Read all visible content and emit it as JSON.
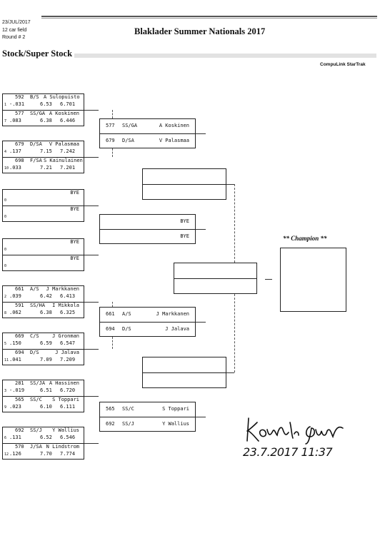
{
  "header": {
    "date": "23/JUL/2017",
    "field": "12 car field",
    "round": "Round # 2",
    "event_title": "Blaklader Summer Nationals 2017",
    "class_name": "Stock/Super Stock",
    "software": "CompuLink StarTrak"
  },
  "round1": [
    {
      "top": {
        "car": "592",
        "cls": "B/S",
        "driver": "A Sulopuisto",
        "seed": "1",
        "rt": "-.031",
        "et": "6.53",
        "mph": "6.701"
      },
      "bottom": {
        "car": "577",
        "cls": "SS/GA",
        "driver": "A Koskinen",
        "seed": "7",
        "rt": ".083",
        "et": "6.38",
        "mph": "6.446"
      }
    },
    {
      "top": {
        "car": "679",
        "cls": "D/SA",
        "driver": "V Palasmaa",
        "seed": "4",
        "rt": ".137",
        "et": "7.15",
        "mph": "7.242"
      },
      "bottom": {
        "car": "698",
        "cls": "F/SA",
        "driver": "S Kainulainen",
        "seed": "10",
        "rt": ".033",
        "et": "7.21",
        "mph": "7.201"
      }
    },
    {
      "top": {
        "car": "",
        "cls": "",
        "driver": "BYE",
        "seed": "0",
        "rt": "",
        "et": "",
        "mph": ""
      },
      "bottom": {
        "car": "",
        "cls": "",
        "driver": "BYE",
        "seed": "0",
        "rt": "",
        "et": "",
        "mph": ""
      }
    },
    {
      "top": {
        "car": "",
        "cls": "",
        "driver": "BYE",
        "seed": "0",
        "rt": "",
        "et": "",
        "mph": ""
      },
      "bottom": {
        "car": "",
        "cls": "",
        "driver": "BYE",
        "seed": "0",
        "rt": "",
        "et": "",
        "mph": ""
      }
    },
    {
      "top": {
        "car": "661",
        "cls": "A/S",
        "driver": "J Markkanen",
        "seed": "2",
        "rt": ".039",
        "et": "6.42",
        "mph": "6.413"
      },
      "bottom": {
        "car": "591",
        "cls": "SS/HA",
        "driver": "I Mikkola",
        "seed": "8",
        "rt": ".062",
        "et": "6.38",
        "mph": "6.325"
      }
    },
    {
      "top": {
        "car": "669",
        "cls": "C/S",
        "driver": "J Gronman",
        "seed": "5",
        "rt": ".150",
        "et": "6.59",
        "mph": "6.547"
      },
      "bottom": {
        "car": "694",
        "cls": "D/S",
        "driver": "J Jalava",
        "seed": "11",
        "rt": ".041",
        "et": "7.09",
        "mph": "7.209"
      }
    },
    {
      "top": {
        "car": "281",
        "cls": "SS/JA",
        "driver": "A Hassinen",
        "seed": "3",
        "rt": "-.019",
        "et": "6.51",
        "mph": "6.720"
      },
      "bottom": {
        "car": "565",
        "cls": "SS/C",
        "driver": "S Toppari",
        "seed": "9",
        "rt": ".023",
        "et": "6.10",
        "mph": "6.111"
      }
    },
    {
      "top": {
        "car": "692",
        "cls": "SS/J",
        "driver": "Y Wallius",
        "seed": "6",
        "rt": ".131",
        "et": "6.52",
        "mph": "6.546"
      },
      "bottom": {
        "car": "570",
        "cls": "J/SA",
        "driver": "N Lindstrom",
        "seed": "12",
        "rt": ".126",
        "et": "7.70",
        "mph": "7.774"
      }
    }
  ],
  "round2": [
    {
      "top": {
        "car": "577",
        "cls": "SS/GA",
        "driver": "A Koskinen"
      },
      "bottom": {
        "car": "679",
        "cls": "D/SA",
        "driver": "V Palasmaa"
      }
    },
    {
      "top": {
        "car": "",
        "cls": "",
        "driver": "BYE"
      },
      "bottom": {
        "car": "",
        "cls": "",
        "driver": "BYE"
      }
    },
    {
      "top": {
        "car": "661",
        "cls": "A/S",
        "driver": "J Markkanen"
      },
      "bottom": {
        "car": "694",
        "cls": "D/S",
        "driver": "J Jalava"
      }
    },
    {
      "top": {
        "car": "565",
        "cls": "SS/C",
        "driver": "S Toppari"
      },
      "bottom": {
        "car": "692",
        "cls": "SS/J",
        "driver": "Y Wallius"
      }
    }
  ],
  "champion_label": "** Champion **",
  "signature": {
    "date_time": "23.7.2017  11:37"
  }
}
